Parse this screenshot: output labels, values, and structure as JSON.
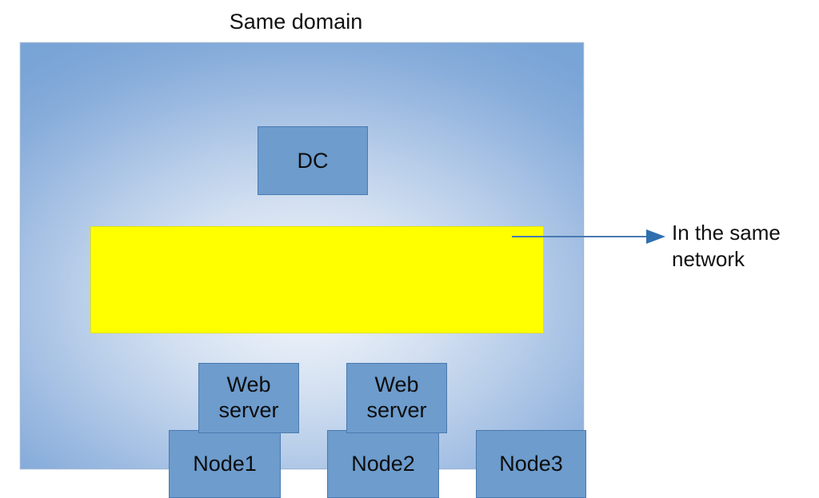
{
  "diagram": {
    "title": "Same domain",
    "container": {
      "name": "Same domain",
      "fill_center": "#e8eef7",
      "fill_edge": "#79a4d6",
      "border_color": "#9bb6d6"
    },
    "network_band": {
      "label": "",
      "fill": "#ffff00",
      "border_color": "#e3e300"
    },
    "node_style": {
      "fill": "#6d9ccd",
      "border_color": "#4a7ab0",
      "text_color": "#0d0d0d"
    },
    "nodes": [
      {
        "id": "dc",
        "label": "DC",
        "group": "domain"
      },
      {
        "id": "node1",
        "label": "Node1",
        "group": "network"
      },
      {
        "id": "node2",
        "label": "Node2",
        "group": "network"
      },
      {
        "id": "node3",
        "label": "Node3",
        "group": "network"
      },
      {
        "id": "web1",
        "label": "Web\nserver",
        "line1": "Web",
        "line2": "server",
        "group": "domain"
      },
      {
        "id": "web2",
        "label": "Web\nserver",
        "line1": "Web",
        "line2": "server",
        "group": "domain"
      }
    ],
    "annotation": {
      "line1": "In the same",
      "line2": "network",
      "arrow_color": "#4a7ab0",
      "arrow_direction": "right",
      "points_to": "network_band"
    }
  }
}
